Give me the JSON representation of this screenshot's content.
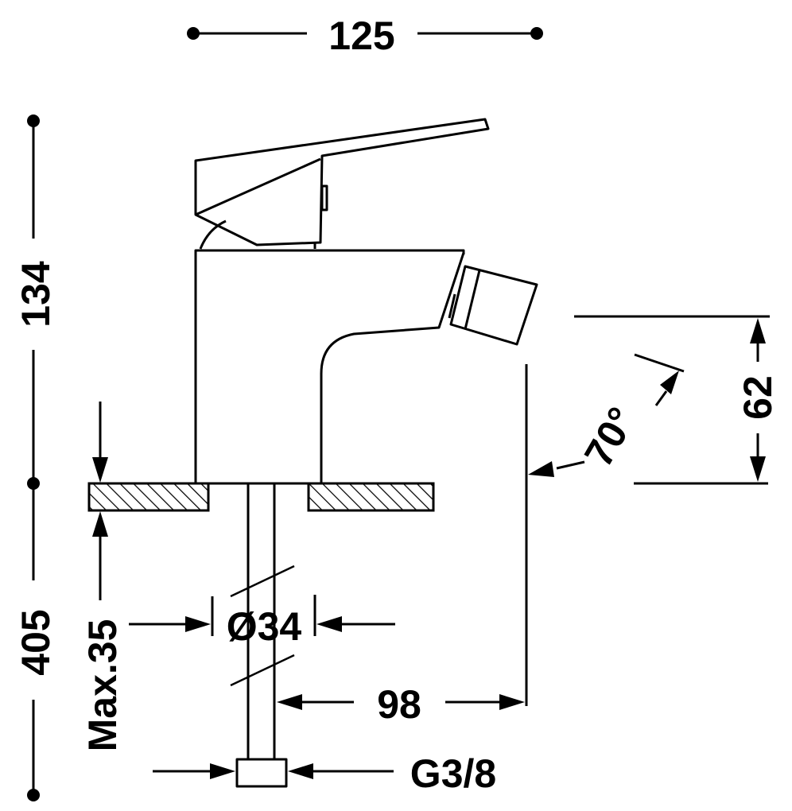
{
  "dimensions": {
    "overall_width": "125",
    "upper_height": "134",
    "lower_length": "405",
    "max_thickness": "Max.35",
    "hole_diameter": "Ø34",
    "spout_reach": "98",
    "spout_height": "62",
    "spout_angle": "70°",
    "connection_thread": "G3/8"
  },
  "colors": {
    "line": "#000000",
    "background": "#ffffff"
  }
}
